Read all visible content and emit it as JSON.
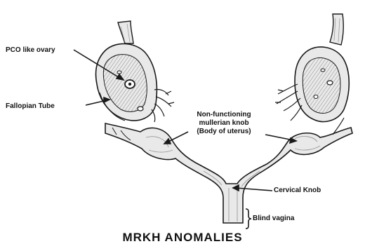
{
  "labels": {
    "pco_ovary": "PCO like ovary",
    "fallopian_tube": "Fallopian Tube",
    "mullerian_knob_line1": "Non-functioning",
    "mullerian_knob_line2": "mullerian knob",
    "mullerian_knob_line3": "(Body of uterus)",
    "cervical_knob": "Cervical Knob",
    "blind_vagina": "Blind vagina"
  },
  "title": "MRKH  ANOMALIES",
  "colors": {
    "ink": "#1a1a1a",
    "fill": "#e9e9e9",
    "shade": "#9a9a9a",
    "background": "#ffffff"
  }
}
